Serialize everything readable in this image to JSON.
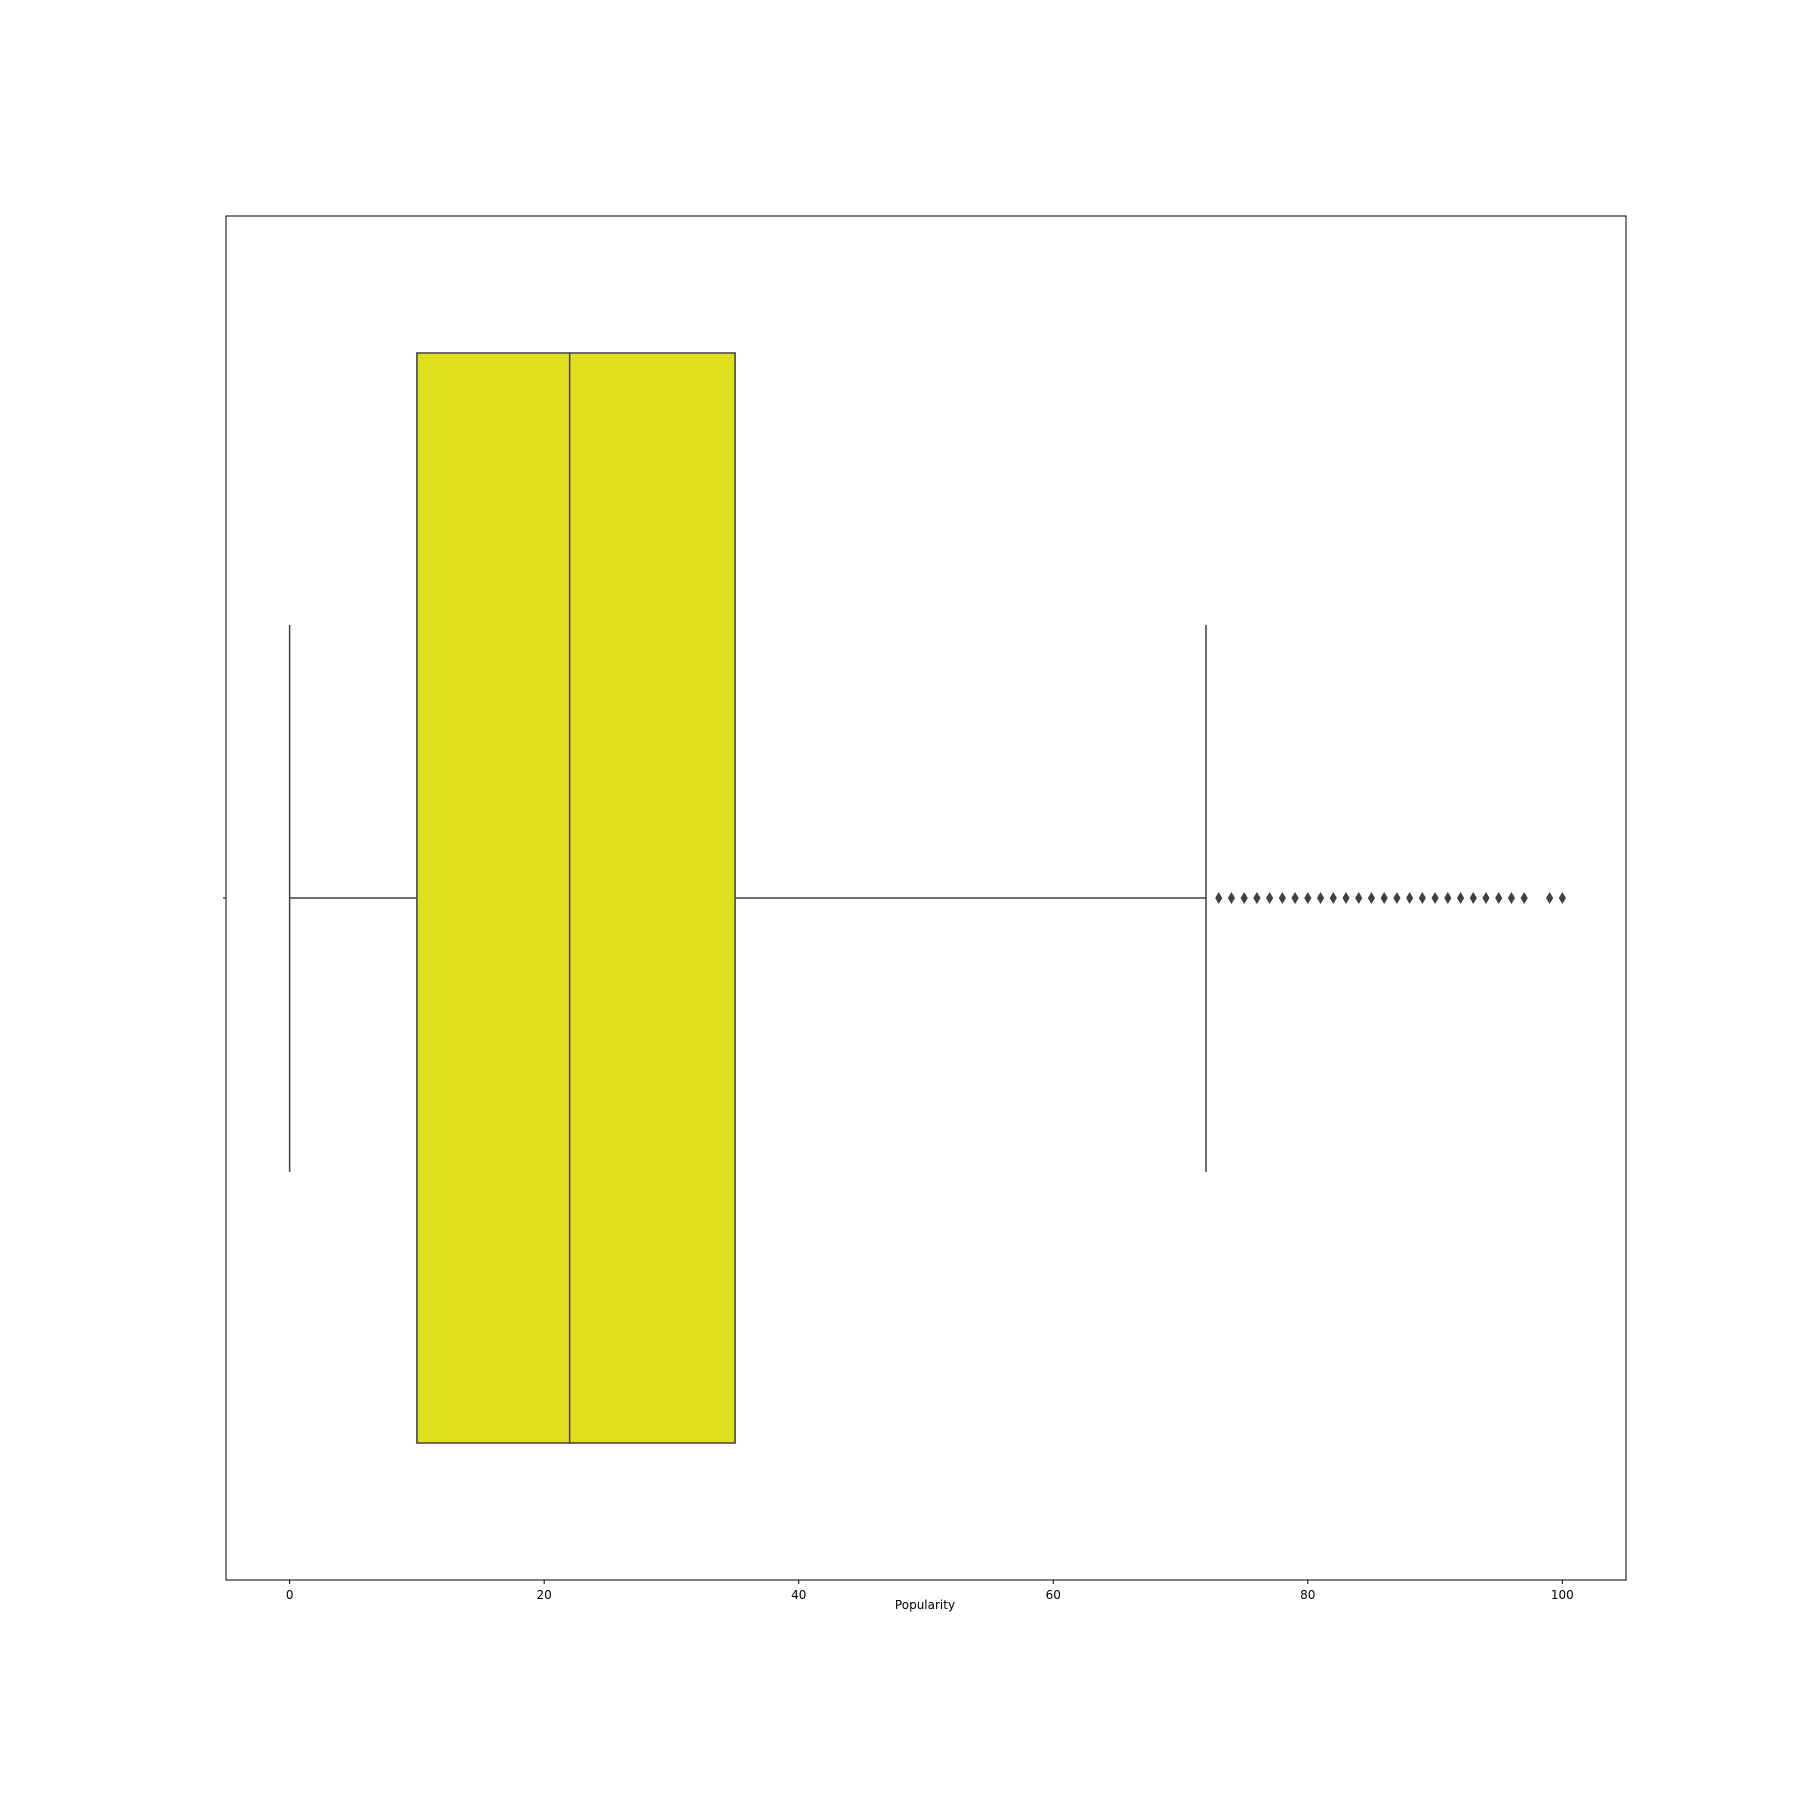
{
  "chart_data": {
    "type": "boxplot",
    "orientation": "horizontal",
    "xlabel": "Popularity",
    "ylabel": "",
    "xlim": [
      -5,
      105
    ],
    "xticks": [
      0,
      20,
      40,
      60,
      80,
      100
    ],
    "grid": false,
    "box": {
      "whisker_low": 0,
      "q1": 10,
      "median": 22,
      "q3": 35,
      "whisker_high": 72
    },
    "outliers": [
      73,
      74,
      75,
      76,
      77,
      78,
      79,
      80,
      81,
      82,
      83,
      84,
      85,
      86,
      87,
      88,
      89,
      90,
      91,
      92,
      93,
      94,
      95,
      96,
      97,
      99,
      100
    ],
    "colors": {
      "box_fill": "#dfdf1f",
      "lines": "#404040",
      "outlier": "#404040",
      "frame": "#000000"
    }
  }
}
